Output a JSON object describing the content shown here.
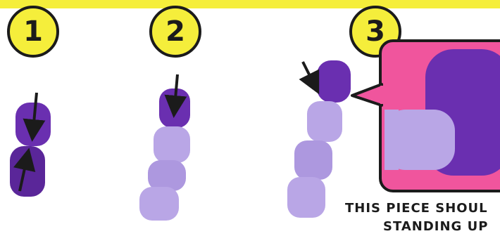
{
  "banner": {
    "color": "#f5ee3b"
  },
  "steps": [
    {
      "number": "1"
    },
    {
      "number": "2"
    },
    {
      "number": "3"
    }
  ],
  "caption": {
    "line1": "THIS PIECE SHOUL",
    "line2": "STANDING UP"
  },
  "colors": {
    "dark_purple": "#6a2fb0",
    "light_purple": "#b9a6e6",
    "callout_pink": "#f0559d",
    "outline": "#1b1b1b"
  },
  "icons": [
    "down-arrow-icon",
    "up-arrow-icon"
  ]
}
